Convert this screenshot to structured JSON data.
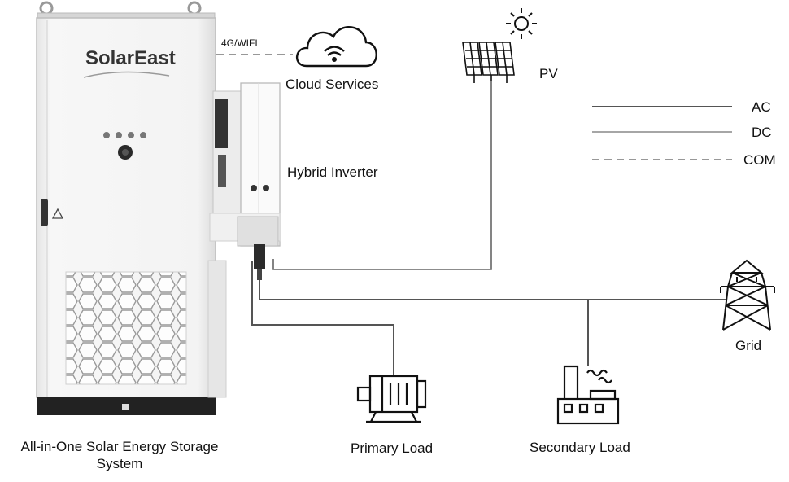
{
  "labels": {
    "connection": "4G/WIFI",
    "cloud": "Cloud Services",
    "pv": "PV",
    "inverter": "Hybrid Inverter",
    "grid": "Grid",
    "primary_load": "Primary Load",
    "secondary_load": "Secondary Load",
    "system_line1": "All-in-One Solar Energy Storage",
    "system_line2": "System"
  },
  "cabinet": {
    "brand": "SolarEast"
  },
  "legend": {
    "items": [
      {
        "label": "AC",
        "style": "solid"
      },
      {
        "label": "DC",
        "style": "solid-light"
      },
      {
        "label": "COM",
        "style": "dashed"
      }
    ]
  },
  "colors": {
    "line": "#555555",
    "icon": "#111111",
    "cabinet_body": "#f2f2f2",
    "cabinet_base": "#222222"
  }
}
